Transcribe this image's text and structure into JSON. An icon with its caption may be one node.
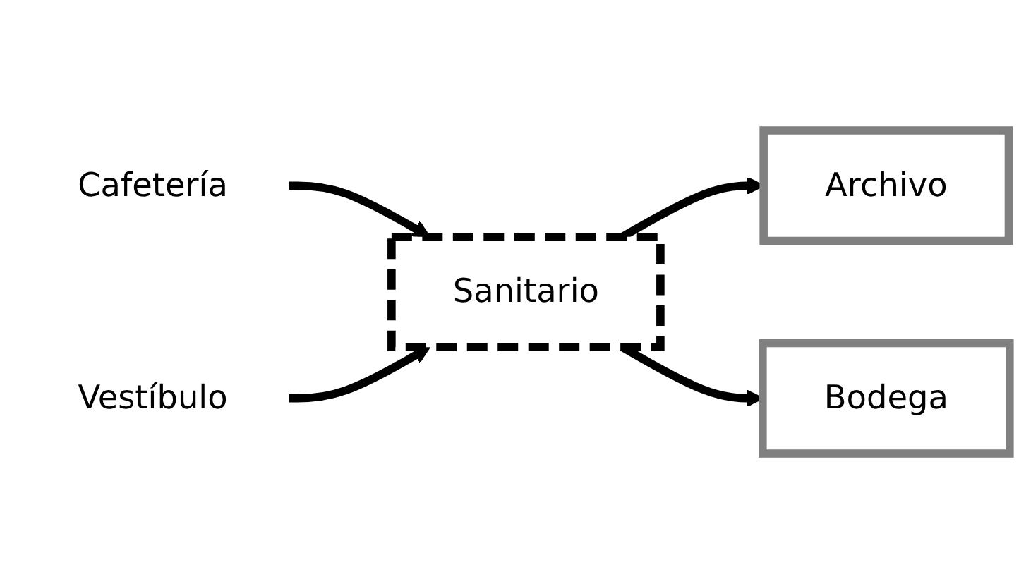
{
  "diagram": {
    "nodes": [
      {
        "text": [
          "Cafetería"
        ]
      },
      {
        "text": [
          "Archivo"
        ]
      },
      {
        "text": [
          "Sanitario"
        ]
      },
      {
        "text": [
          "Bodega"
        ]
      },
      {
        "text": [
          "Vestíbulo"
        ]
      }
    ],
    "edges": [
      {
        "from": 0,
        "to": 2,
        "arrow": "to"
      },
      {
        "from": 2,
        "to": 1,
        "arrow": "to"
      },
      {
        "from": 2,
        "to": 3,
        "arrow": "to"
      },
      {
        "from": 4,
        "to": 2,
        "arrow": "to"
      }
    ]
  }
}
